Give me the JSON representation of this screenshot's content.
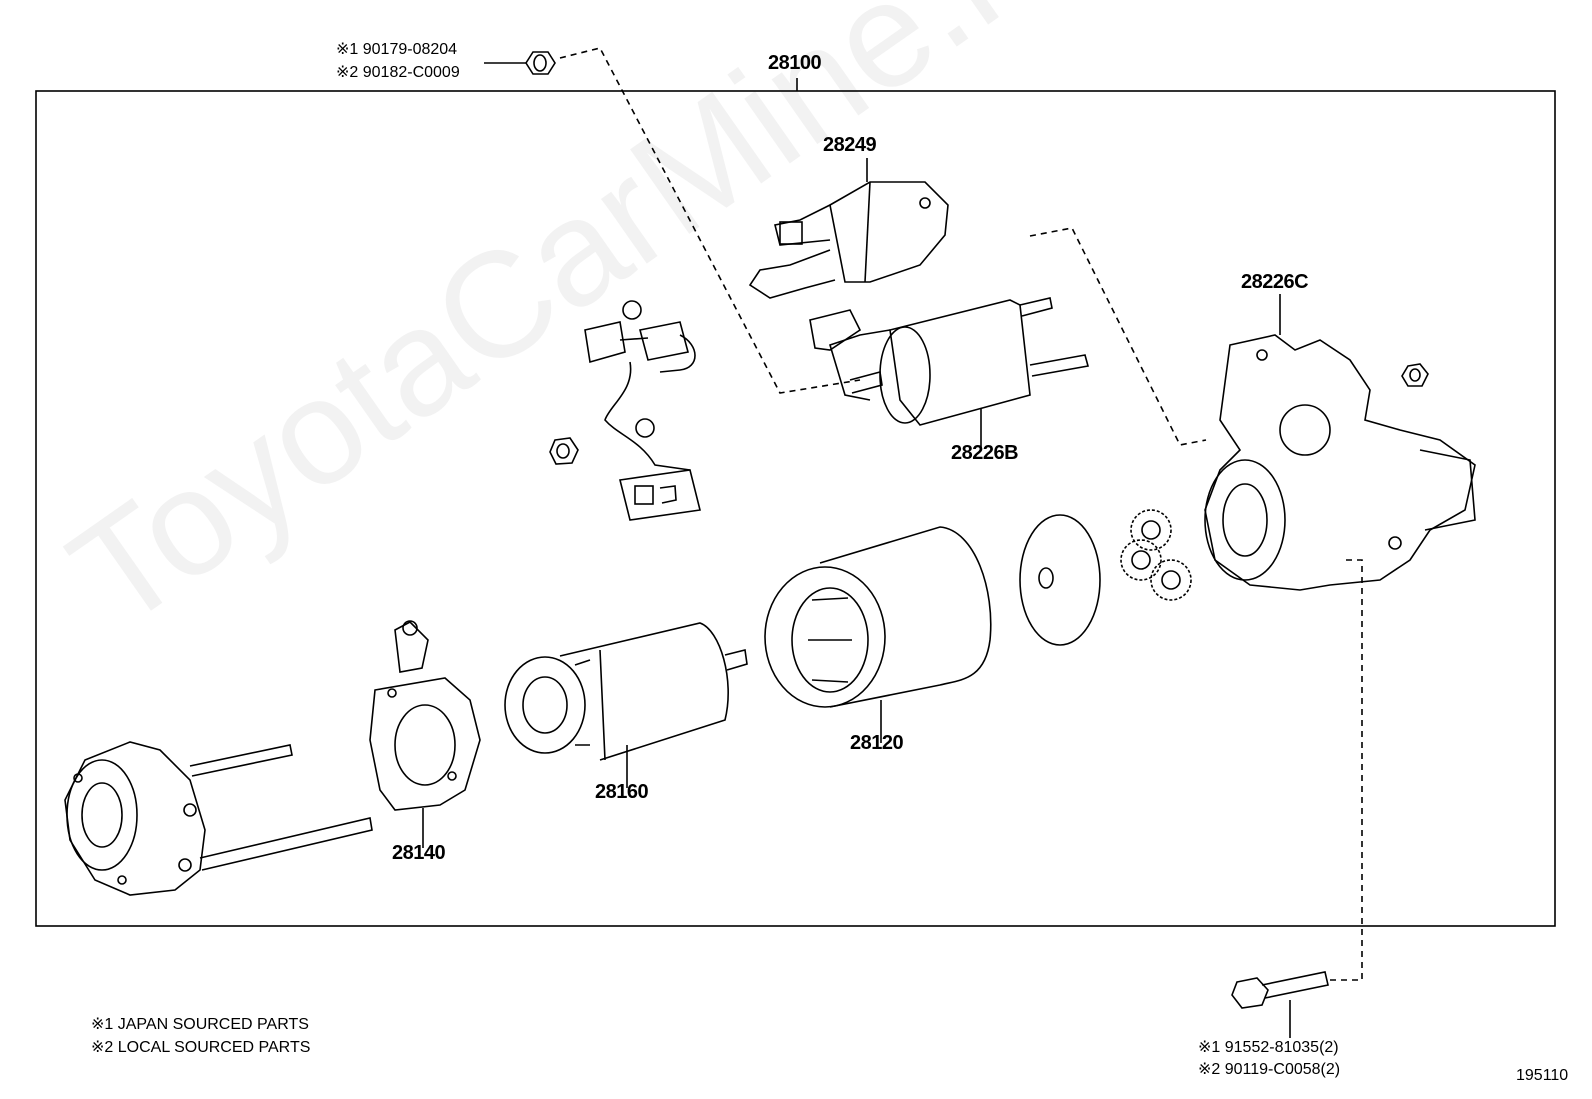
{
  "watermark": "ToyotaCarMine.ru",
  "assembly_number": "28100",
  "diagram_id": "195110",
  "legend": {
    "japan": "※1 JAPAN SOURCED PARTS",
    "local": "※2 LOCAL SOURCED PARTS"
  },
  "nut_top": {
    "code1": "※1 90179-08204",
    "code2": "※2 90182-C0009"
  },
  "bolt_bottom": {
    "code1": "※1 91552-81035(2)",
    "code2": "※2 90119-C0058(2)"
  },
  "parts": {
    "p28249": "28249",
    "p28226b": "28226B",
    "p28226c": "28226C",
    "p28120": "28120",
    "p28160": "28160",
    "p28140": "28140"
  }
}
